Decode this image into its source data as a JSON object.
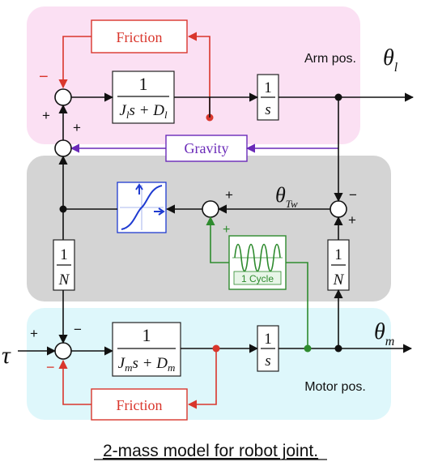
{
  "colors": {
    "arm_bg": "#fbe0f3",
    "coupling_bg": "#d4d4d4",
    "motor_bg": "#def7fb",
    "friction": "#d9362c",
    "gravity": "#6a2ab8",
    "disturbance": "#2e8b2e",
    "nonlinearity": "#1f3bd1"
  },
  "labels": {
    "arm_pos": "Arm pos.",
    "motor_pos": "Motor pos.",
    "friction_top": "Friction",
    "friction_bottom": "Friction",
    "gravity": "Gravity",
    "one_cycle": "1 Cycle",
    "caption": "2-mass model for robot joint."
  },
  "math": {
    "theta": "θ",
    "sub_l": "l",
    "sub_m": "m",
    "sub_tw": "Tw",
    "tau": "τ",
    "one": "1",
    "s": "s",
    "N": "N",
    "J": "J",
    "D": "D",
    "plus_joiner": "s +"
  },
  "signs": {
    "plus": "+",
    "minus": "−"
  },
  "icons": [
    "arrow-up-icon",
    "arrow-right-icon",
    "sine-wave-icon"
  ]
}
